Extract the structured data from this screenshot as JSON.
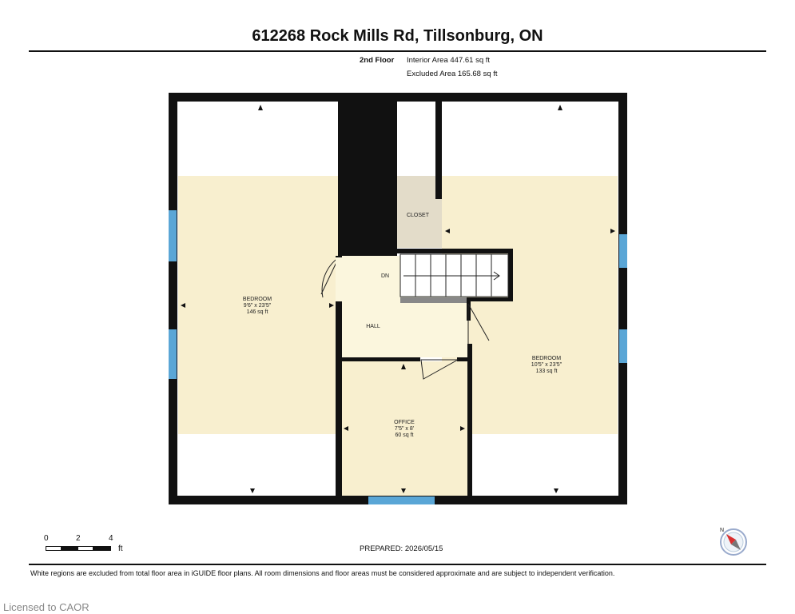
{
  "header": {
    "title": "612268 Rock Mills Rd, Tillsonburg, ON",
    "floor": "2nd Floor",
    "interior_area": "Interior Area 447.61 sq ft",
    "excluded_area": "Excluded Area 165.68 sq ft"
  },
  "rooms": {
    "bedroom_left": {
      "name": "BEDROOM",
      "dims": "9'6\" x 23'5\"",
      "area": "146 sq ft"
    },
    "bedroom_right": {
      "name": "BEDROOM",
      "dims": "10'5\" x 23'5\"",
      "area": "133 sq ft"
    },
    "office": {
      "name": "OFFICE",
      "dims": "7'5\" x 8'",
      "area": "60 sq ft"
    },
    "closet": {
      "name": "CLOSET"
    },
    "hall": {
      "name": "HALL"
    },
    "stairs": {
      "label": "DN"
    }
  },
  "scale": {
    "ticks": [
      "0",
      "2",
      "4"
    ],
    "unit": "ft"
  },
  "compass": {
    "label": "N",
    "icon": "compass-icon"
  },
  "footer": {
    "prepared": "PREPARED: 2026/05/15",
    "disclaimer": "White regions are excluded from total floor area in iGUIDE floor plans. All room dimensions and floor areas must be considered approximate and are subject to independent verification.",
    "licensed": "Licensed to CAOR"
  },
  "colors": {
    "room_fill": "#f8efcf",
    "hall_fill": "#fbf6dd",
    "closet_fill": "#e3dcc9",
    "wall": "#111111",
    "window": "#5aa6d6"
  }
}
